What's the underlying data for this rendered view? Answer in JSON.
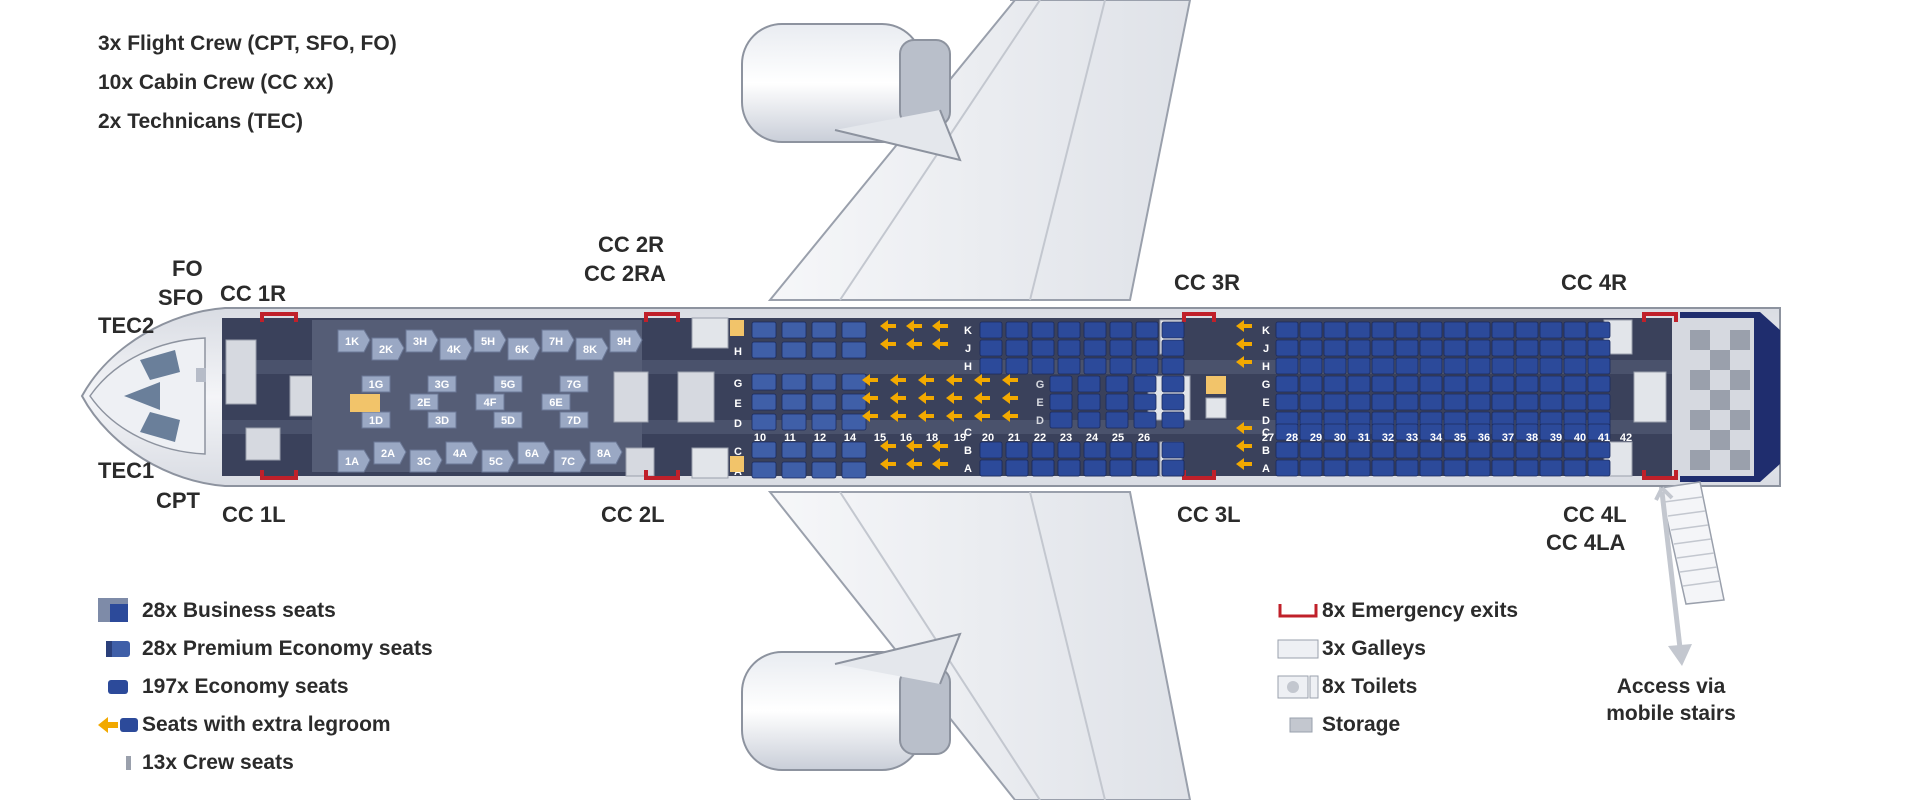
{
  "crew_summary": [
    "3x Flight Crew (CPT, SFO, FO)",
    "10x Cabin Crew (CC xx)",
    "2x Technicans (TEC)"
  ],
  "crew_positions": {
    "fo": "FO",
    "sfo": "SFO",
    "tec2": "TEC2",
    "tec1": "TEC1",
    "cpt": "CPT",
    "cc1r": "CC 1R",
    "cc1l": "CC 1L",
    "cc2r": "CC 2R",
    "cc2ra": "CC 2RA",
    "cc2l": "CC 2L",
    "cc3r": "CC 3R",
    "cc3l": "CC 3L",
    "cc4r": "CC 4R",
    "cc4l": "CC 4L",
    "cc4la": "CC 4LA"
  },
  "business_seats_top": [
    "1K",
    "2K",
    "3H",
    "4K",
    "5H",
    "6K",
    "7H",
    "8K",
    "9H"
  ],
  "business_seats_center_upper": [
    "1G",
    "3G",
    "5G",
    "7G"
  ],
  "business_seats_center_mid": [
    "2E",
    "4F",
    "6E"
  ],
  "business_seats_center_lower": [
    "1D",
    "3D",
    "5D",
    "7D"
  ],
  "business_seats_bottom": [
    "1A",
    "2A",
    "3C",
    "4A",
    "5C",
    "6A",
    "7C",
    "8A"
  ],
  "seat_letters": {
    "premium_upper": [
      "K",
      "H"
    ],
    "premium_center": [
      "G",
      "E",
      "D"
    ],
    "premium_lower": [
      "C",
      "A"
    ],
    "economy_upper": [
      "K",
      "J",
      "H"
    ],
    "economy_center": [
      "G",
      "E",
      "D"
    ],
    "economy_lower": [
      "C",
      "B",
      "A"
    ]
  },
  "row_numbers": [
    "10",
    "11",
    "12",
    "14",
    "15",
    "16",
    "18",
    "19",
    "20",
    "21",
    "22",
    "23",
    "24",
    "25",
    "26",
    "27",
    "28",
    "29",
    "30",
    "31",
    "32",
    "33",
    "34",
    "35",
    "36",
    "37",
    "38",
    "39",
    "40",
    "41",
    "42"
  ],
  "legend_left": [
    {
      "icon": "business-seat-icon",
      "text": "28x Business seats"
    },
    {
      "icon": "premium-economy-seat-icon",
      "text": "28x Premium Economy seats"
    },
    {
      "icon": "economy-seat-icon",
      "text": "197x Economy seats"
    },
    {
      "icon": "extra-legroom-icon",
      "text": "Seats with extra legroom"
    },
    {
      "icon": "crew-seat-icon",
      "text": "13x Crew seats"
    }
  ],
  "legend_right": [
    {
      "icon": "emergency-exit-icon",
      "text": "8x Emergency exits"
    },
    {
      "icon": "galley-icon",
      "text": "3x Galleys"
    },
    {
      "icon": "toilet-icon",
      "text": "8x Toilets"
    },
    {
      "icon": "storage-icon",
      "text": "Storage"
    }
  ],
  "stairs_label": [
    "Access via",
    "mobile stairs"
  ],
  "colors": {
    "economy_seat": "#2c4a9a",
    "premium_seat": "#3f5fa8",
    "business_seat": "#9aa8c4",
    "fuselage_floor": "#38405a",
    "legroom_arrow": "#f2a900",
    "exit": "#c0202a",
    "wing": "#eef0f4"
  }
}
